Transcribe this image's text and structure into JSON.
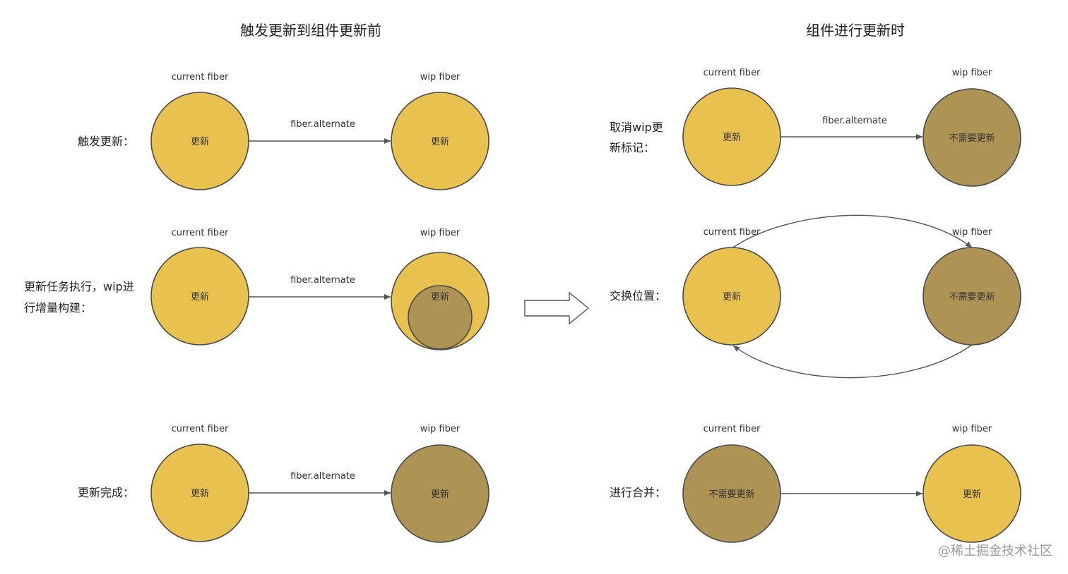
{
  "titles": {
    "left": "触发更新到组件更新前",
    "right": "组件进行更新时"
  },
  "labels": {
    "current": "current fiber",
    "wip": "wip fiber",
    "alternate": "fiber.alternate",
    "update": "更新",
    "no_update": "不需要更新"
  },
  "rows": {
    "left_1": "触发更新：",
    "left_2_line1": "更新任务执行，wip进",
    "left_2_line2": "行增量构建：",
    "left_3": "更新完成：",
    "right_1_line1": "取消wip更",
    "right_1_line2": "新标记：",
    "right_2": "交换位置：",
    "right_3": "进行合并："
  },
  "colors": {
    "yellow": "#e8c14f",
    "olive": "#ad9455",
    "stroke": "#4a4a4a",
    "arrow": "#555555"
  },
  "watermark": "@稀土掘金技术社区"
}
